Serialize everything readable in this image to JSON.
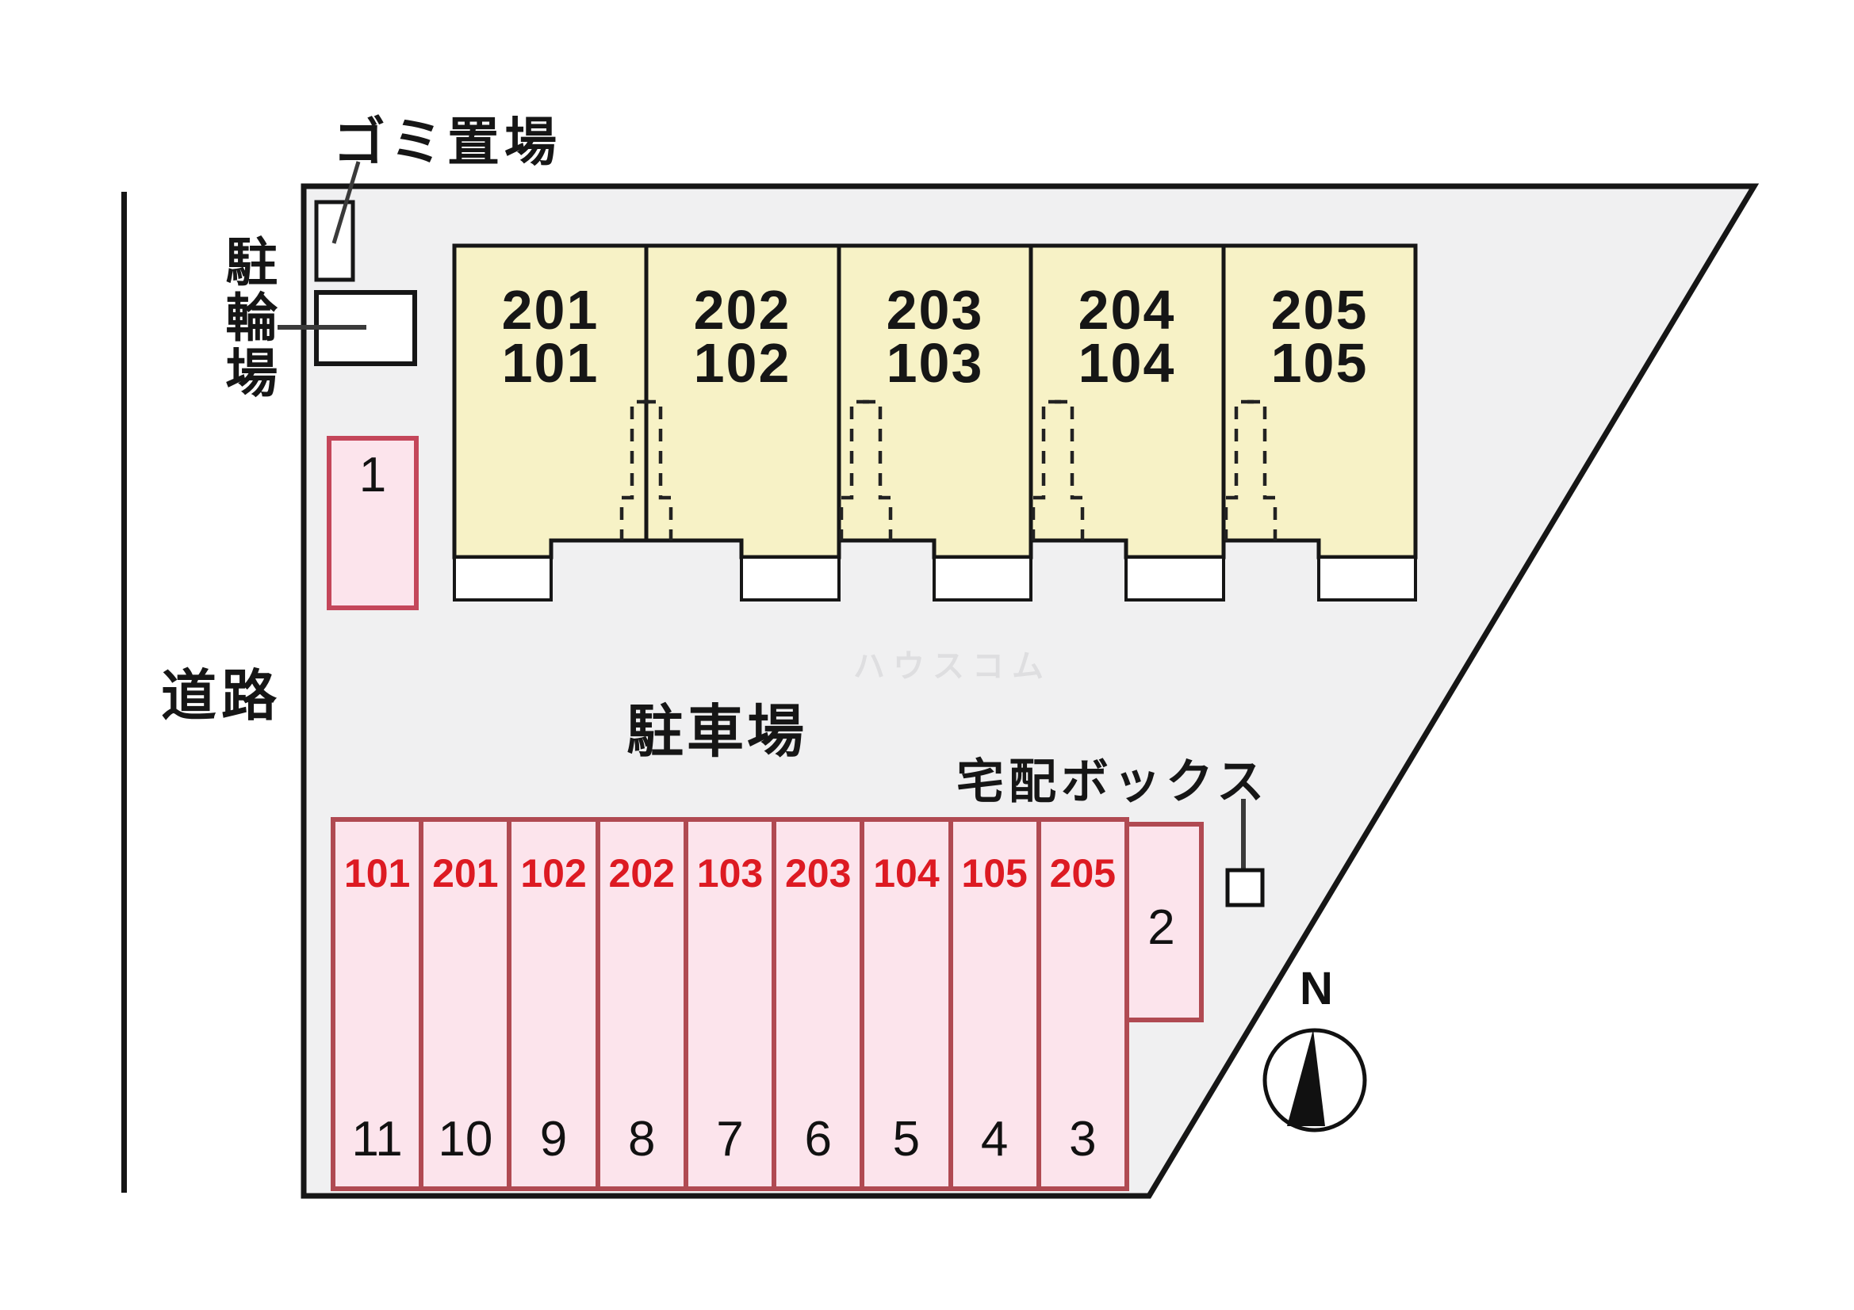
{
  "plan": {
    "labels": {
      "garbage_area": "ゴミ置場",
      "bicycle_parking": "駐輪場",
      "road": "道路",
      "parking_lot": "駐車場",
      "delivery_box": "宅配ボックス",
      "compass_north": "N"
    },
    "watermark": "ハウスコム",
    "buildings": [
      {
        "upper_unit": "201",
        "lower_unit": "101"
      },
      {
        "upper_unit": "202",
        "lower_unit": "102"
      },
      {
        "upper_unit": "203",
        "lower_unit": "103"
      },
      {
        "upper_unit": "204",
        "lower_unit": "104"
      },
      {
        "upper_unit": "205",
        "lower_unit": "105"
      }
    ],
    "parking": {
      "spot_1_number": "1",
      "spot_2_number": "2",
      "row_spots": [
        {
          "unit_label": "101",
          "spot_number": "11"
        },
        {
          "unit_label": "201",
          "spot_number": "10"
        },
        {
          "unit_label": "102",
          "spot_number": "9"
        },
        {
          "unit_label": "202",
          "spot_number": "8"
        },
        {
          "unit_label": "103",
          "spot_number": "7"
        },
        {
          "unit_label": "203",
          "spot_number": "6"
        },
        {
          "unit_label": "104",
          "spot_number": "5"
        },
        {
          "unit_label": "105",
          "spot_number": "4"
        },
        {
          "unit_label": "205",
          "spot_number": "3"
        }
      ]
    },
    "colors": {
      "site_fill": "#f0f0f1",
      "building_fill": "#f7f2c6",
      "parking_pink": "#fce4ec",
      "parking_border_dark_red": "#b04a52",
      "spot1_border_red": "#c4465a",
      "unit_number_red": "#dd1a22",
      "outline_black": "#161616",
      "watermark_gray": "#dedee0"
    }
  }
}
